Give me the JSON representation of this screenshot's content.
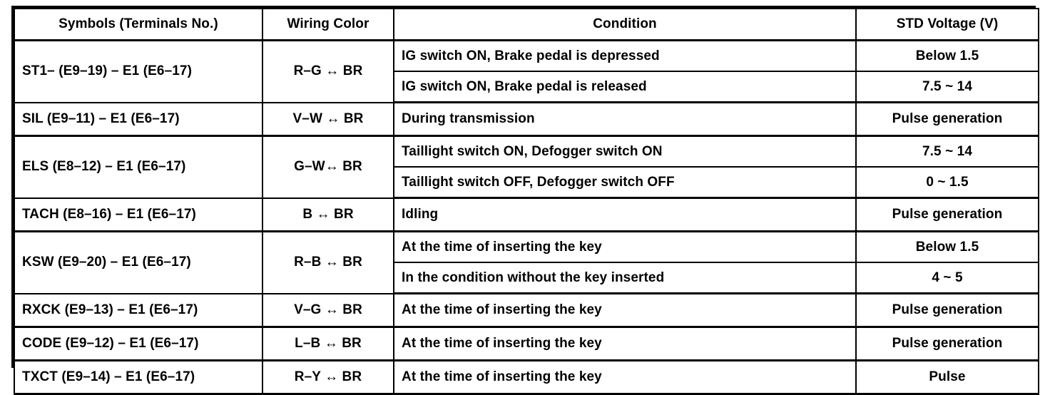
{
  "table": {
    "headers": [
      "Symbols (Terminals No.)",
      "Wiring Color",
      "Condition",
      "STD Voltage (V)"
    ],
    "groups": [
      {
        "symbol": "ST1– (E9–19) – E1 (E6–17)",
        "wiring": "R–G ↔ BR",
        "rows": [
          {
            "condition": "IG switch ON, Brake pedal is depressed",
            "voltage": "Below 1.5"
          },
          {
            "condition": "IG switch ON, Brake pedal is released",
            "voltage": "7.5 ~ 14"
          }
        ]
      },
      {
        "symbol": "SIL (E9–11) – E1 (E6–17)",
        "wiring": "V–W ↔ BR",
        "rows": [
          {
            "condition": "During transmission",
            "voltage": "Pulse generation"
          }
        ]
      },
      {
        "symbol": "ELS (E8–12) – E1 (E6–17)",
        "wiring": "G–W↔ BR",
        "rows": [
          {
            "condition": "Taillight switch ON, Defogger switch ON",
            "voltage": "7.5 ~ 14"
          },
          {
            "condition": "Taillight switch OFF, Defogger switch OFF",
            "voltage": "0 ~ 1.5"
          }
        ]
      },
      {
        "symbol": "TACH (E8–16) – E1 (E6–17)",
        "wiring": "B ↔ BR",
        "rows": [
          {
            "condition": "Idling",
            "voltage": "Pulse generation"
          }
        ]
      },
      {
        "symbol": "KSW (E9–20) – E1 (E6–17)",
        "wiring": "R–B ↔ BR",
        "rows": [
          {
            "condition": "At the time of inserting the key",
            "voltage": "Below 1.5"
          },
          {
            "condition": "In the condition without the key inserted",
            "voltage": "4 ~ 5"
          }
        ]
      },
      {
        "symbol": "RXCK (E9–13) – E1 (E6–17)",
        "wiring": "V–G ↔ BR",
        "rows": [
          {
            "condition": "At the time of inserting the key",
            "voltage": "Pulse generation"
          }
        ]
      },
      {
        "symbol": "CODE (E9–12) – E1 (E6–17)",
        "wiring": "L–B ↔ BR",
        "rows": [
          {
            "condition": "At the time of inserting the key",
            "voltage": "Pulse generation"
          }
        ]
      },
      {
        "symbol": "TXCT (E9–14) – E1 (E6–17)",
        "wiring": "R–Y ↔ BR",
        "rows": [
          {
            "condition": "At the time of inserting the key",
            "voltage": "Pulse"
          }
        ]
      }
    ]
  },
  "style": {
    "border_color": "#000000",
    "text_color": "#000000",
    "background": "#ffffff"
  }
}
